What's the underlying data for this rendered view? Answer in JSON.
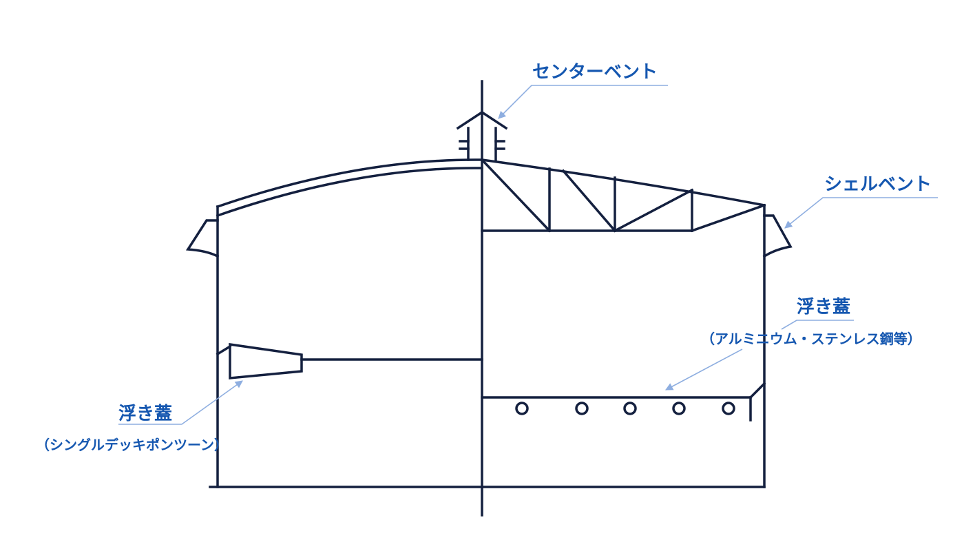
{
  "diagram": {
    "colors": {
      "structure": "#14203f",
      "label": "#1557b0",
      "leader": "#8eaee0",
      "background": "#ffffff"
    },
    "labels": {
      "center_vent": "センターベント",
      "shell_vent": "シェルベント",
      "floating_roof_right": "浮き蓋",
      "floating_roof_right_material": "（アルミニウム・ステンレス鋼等）",
      "floating_roof_left": "浮き蓋",
      "floating_roof_left_type": "（シングルデッキポンツーン）"
    }
  }
}
